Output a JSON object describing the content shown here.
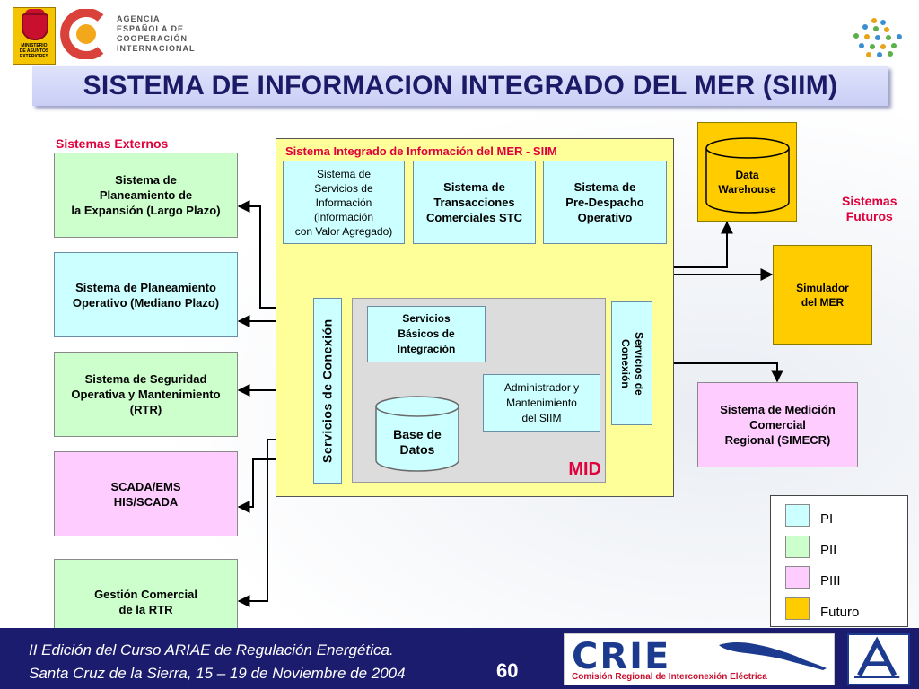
{
  "header": {
    "crest_text": "MINISTERIO\nDE ASUNTOS\nEXTERIORES",
    "agency_lines": [
      "AGENCIA",
      "ESPAÑOLA DE",
      "COOPERACIÓN",
      "INTERNACIONAL"
    ],
    "title": "SISTEMA DE INFORMACION INTEGRADO DEL MER (SIIM)"
  },
  "labels": {
    "external": "Sistemas Externos",
    "future": "Sistemas\nFuturos",
    "siim": "Sistema Integrado de Información del MER - SIIM",
    "mid": "MID"
  },
  "external_systems": [
    "Sistema de\nPlaneamiento  de\nla Expansión (Largo Plazo)",
    "Sistema de Planeamiento\nOperativo (Mediano Plazo)",
    "Sistema de Seguridad\nOperativa y Mantenimiento\n(RTR)",
    "SCADA/EMS\nHIS/SCADA",
    "Gestión Comercial\nde la RTR"
  ],
  "siim_modules": {
    "info": "Sistema de\nServicios de\nInformación\n(información\ncon Valor Agregado)",
    "stc": "Sistema de\nTransacciones\nComerciales STC",
    "predespacho": "Sistema de\nPre-Despacho\nOperativo",
    "conexion_left": "Servicios de Conexión",
    "conexion_right": "Servicios de\nConexión",
    "basicos": "Servicios\nBásicos de\nIntegración",
    "admin": "Administrador y\nMantenimiento\ndel SIIM",
    "db": "Base de\nDatos"
  },
  "future_systems": {
    "warehouse": "Data\nWarehouse",
    "simulador": "Simulador\ndel MER",
    "simecr": "Sistema de Medición\nComercial\nRegional (SIMECR)"
  },
  "legend": [
    {
      "label": "PI",
      "color": "#ccffff"
    },
    {
      "label": "PII",
      "color": "#ccffcc"
    },
    {
      "label": "PIII",
      "color": "#ffccff"
    },
    {
      "label": "Futuro",
      "color": "#ffcc00"
    }
  ],
  "footer": {
    "line1": "II Edición del Curso ARIAE de Regulación Energética.",
    "line2": "Santa Cruz de la Sierra, 15 – 19  de Noviembre de 2004",
    "page": "60",
    "crie_name": "CRIE",
    "crie_sub": "Comisión Regional de Interconexión Eléctrica"
  },
  "colors": {
    "title_text": "#1a1a66",
    "accent_red": "#e0003c",
    "footer_bg": "#1c1c6e"
  }
}
